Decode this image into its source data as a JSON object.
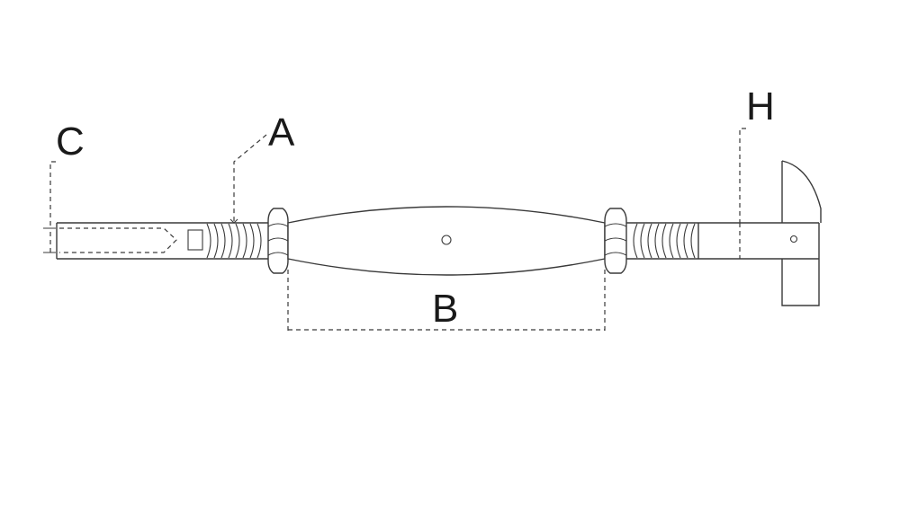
{
  "diagram": {
    "labels": {
      "A": "A",
      "B": "B",
      "C": "C",
      "H": "H"
    },
    "colors": {
      "stroke": "#3a3a3a",
      "background": "#ffffff",
      "text": "#1a1a1a"
    }
  }
}
